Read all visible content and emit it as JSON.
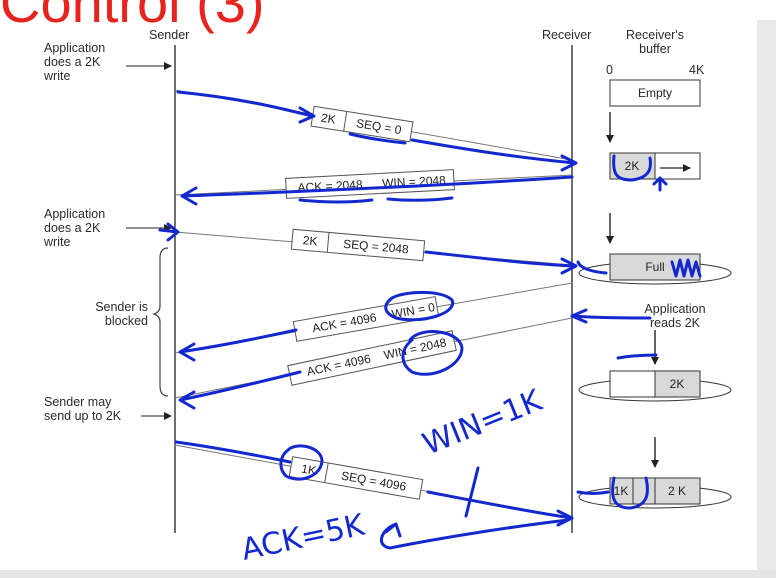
{
  "slide": {
    "title": "Control (3)"
  },
  "columns": {
    "sender": "Sender",
    "receiver": "Receiver",
    "buffer": "Receiver's buffer"
  },
  "buffer_scale": {
    "min": "0",
    "max": "4K"
  },
  "left_notes": {
    "write1": "Application does a 2K write",
    "write2": "Application does a 2K write",
    "blocked": "Sender is blocked",
    "may_send": "Sender may send up to 2K"
  },
  "right_notes": {
    "reads": "Application reads 2K"
  },
  "segments": [
    {
      "a": "2K",
      "b": "SEQ = 0"
    },
    {
      "a": "ACK = 2048",
      "b": "WIN = 2048"
    },
    {
      "a": "2K",
      "b": "SEQ = 2048"
    },
    {
      "a": "ACK = 4096",
      "b": "WIN = 0"
    },
    {
      "a": "ACK = 4096",
      "b": "WIN = 2048"
    },
    {
      "a": "1K",
      "b": "SEQ = 4096"
    }
  ],
  "buffers": [
    {
      "left": "Empty",
      "right": ""
    },
    {
      "left": "2K",
      "right": ""
    },
    {
      "left": "Full",
      "right": ""
    },
    {
      "left": "",
      "right": "2K"
    },
    {
      "left": "1K",
      "right": "2 K"
    }
  ],
  "handwriting": {
    "win": "WIN=1K",
    "ack": "ACK=5K"
  },
  "colors": {
    "title": "#e8231d",
    "ink": "#1428d0",
    "fill": "#d9d9d9"
  }
}
